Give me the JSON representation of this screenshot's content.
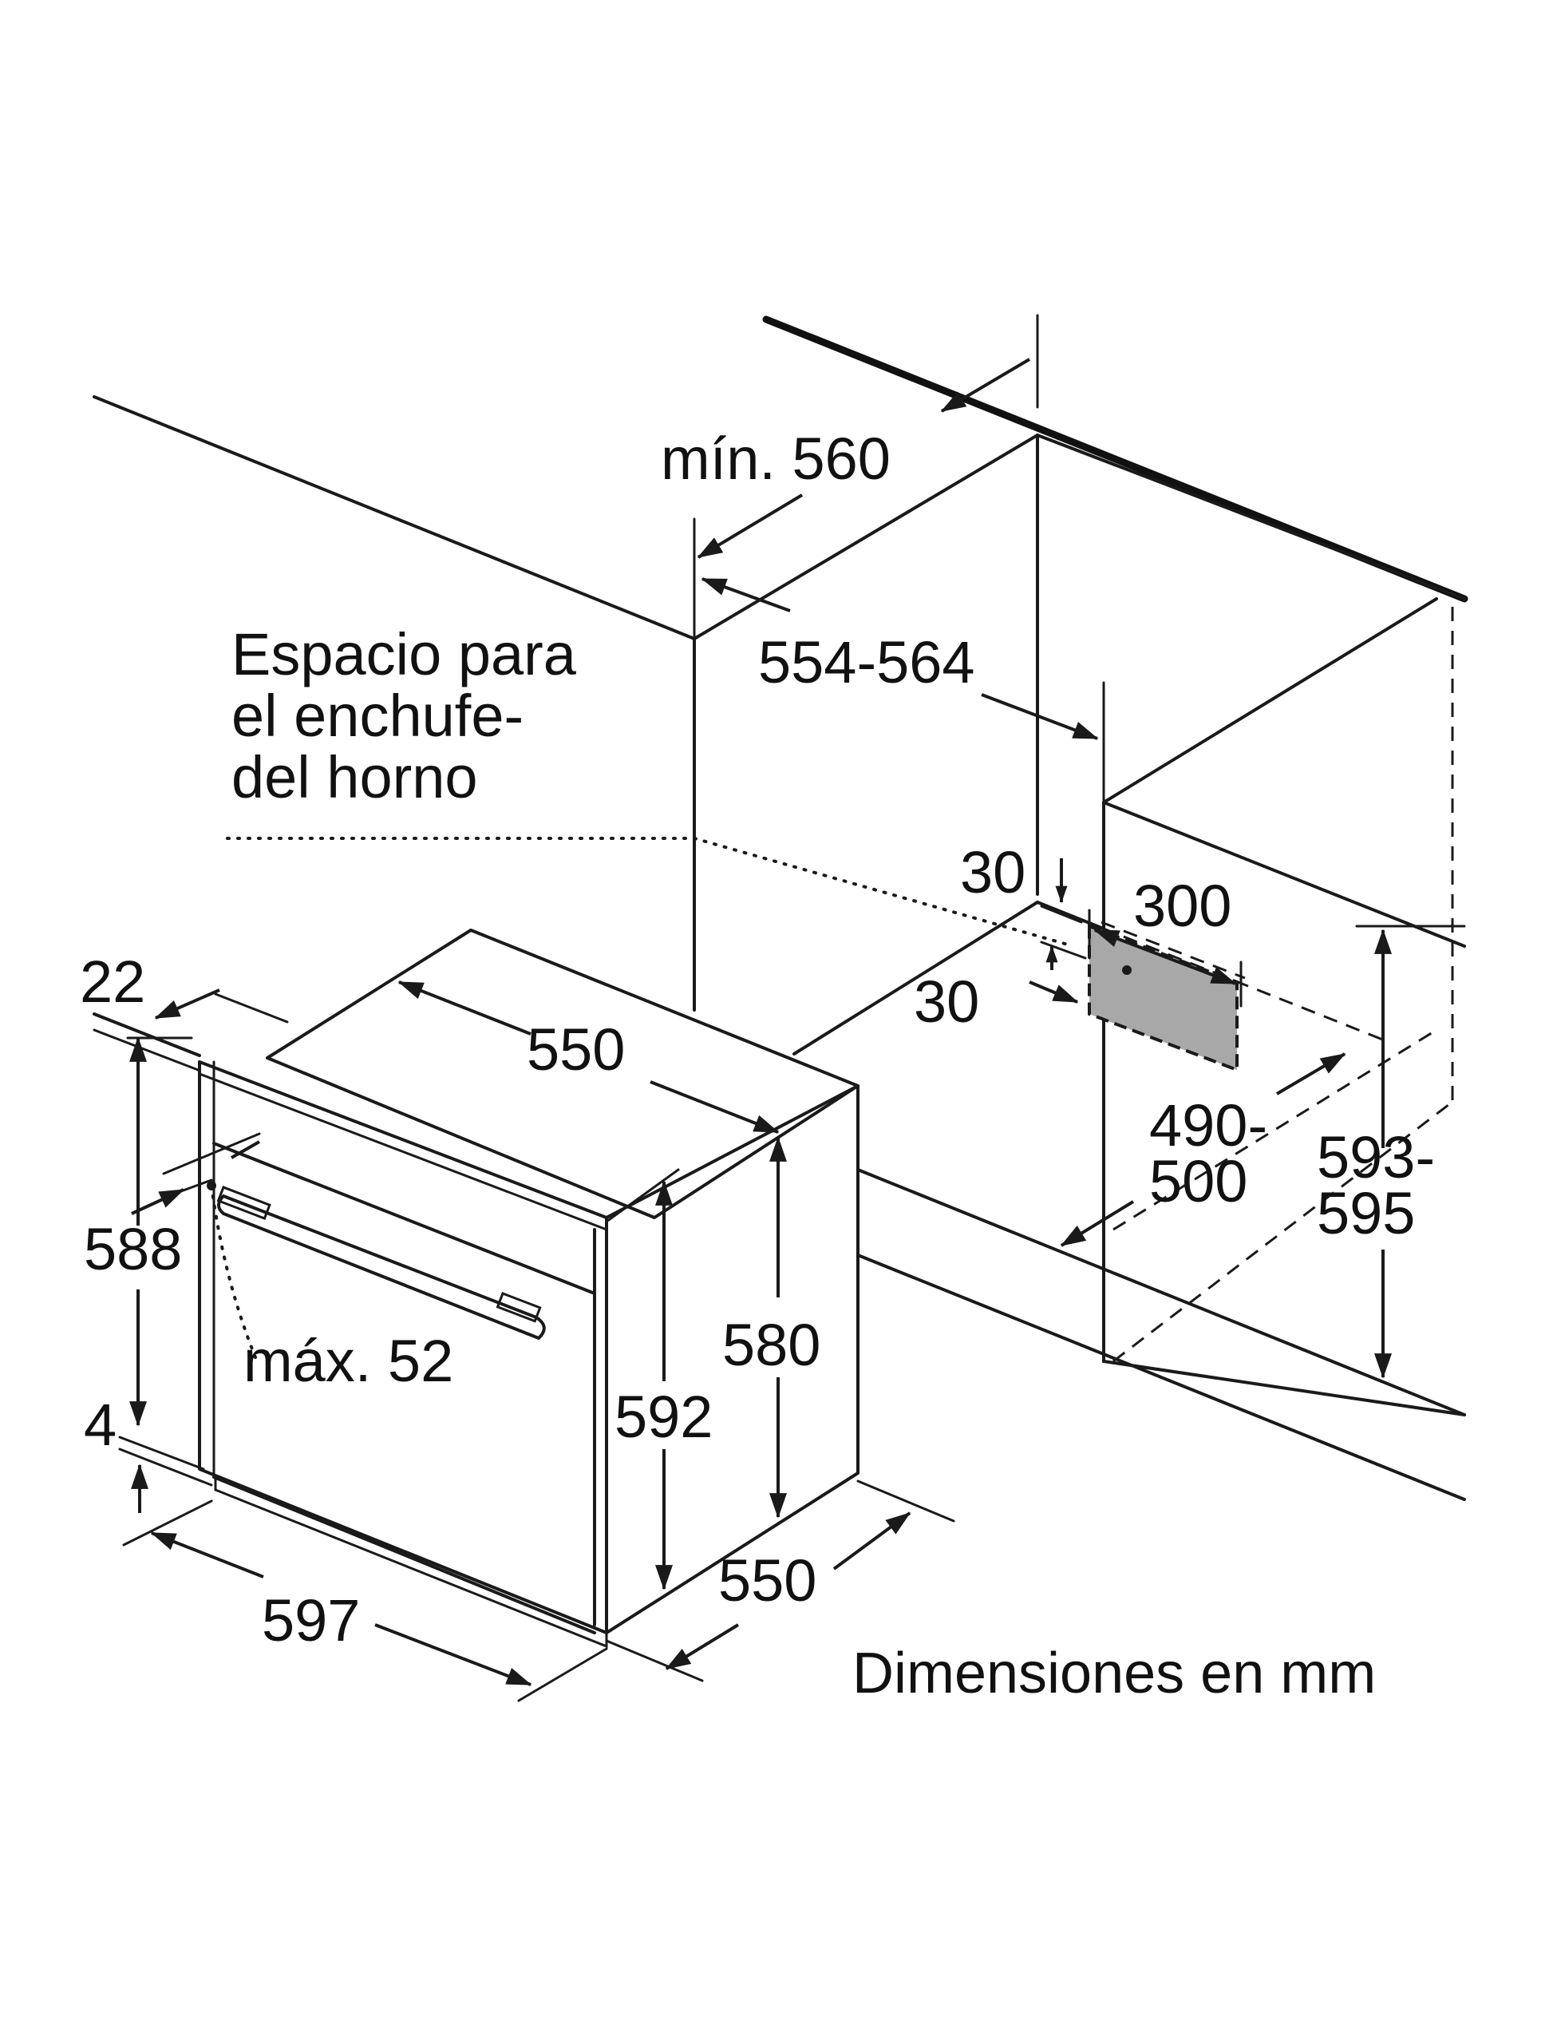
{
  "labels": {
    "min_560": "mín. 560",
    "range_554_564": "554-564",
    "plug_space_line1": "Espacio para",
    "plug_space_line2": "el enchufe-",
    "plug_space_line3": "del horno",
    "d30_top": "30",
    "d300": "300",
    "d30_left": "30",
    "d490_line1": "490-",
    "d490_line2": "500",
    "d593_line1": "593-",
    "d593_line2": "595",
    "d22": "22",
    "d550_top": "550",
    "d588": "588",
    "max_52": "máx. 52",
    "d4": "4",
    "d592": "592",
    "d580": "580",
    "d597": "597",
    "d550_side": "550",
    "units_caption": "Dimensiones en mm"
  },
  "colors": {
    "line": "#1a1a1a",
    "socket_fill": "#a8a8a8",
    "background": "#ffffff"
  }
}
